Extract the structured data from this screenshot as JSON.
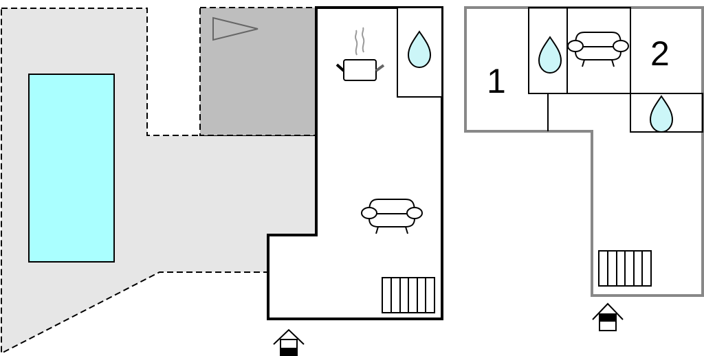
{
  "plan": {
    "ground_floor": {
      "has_pool": true,
      "has_terrace": true,
      "has_kitchen": true,
      "has_bathroom": true,
      "has_living_room": true,
      "has_stairs": true,
      "has_entrance": true
    },
    "upper_floor": {
      "rooms": [
        {
          "label": "1"
        },
        {
          "label": "2"
        }
      ],
      "bathrooms": 2,
      "has_living_room": true,
      "has_stairs": true,
      "has_entrance": true
    }
  },
  "colors": {
    "terrace": "#e6e6e6",
    "covered_terrace": "#bebebe",
    "pool": "#aaffff",
    "water_drop": "#ccf6f8",
    "upper_wall": "#888888",
    "wall": "#000000"
  },
  "icons": [
    "flag-icon",
    "cooking-pot-icon",
    "water-drop-icon",
    "sofa-icon",
    "stairs-icon",
    "entrance-icon"
  ]
}
